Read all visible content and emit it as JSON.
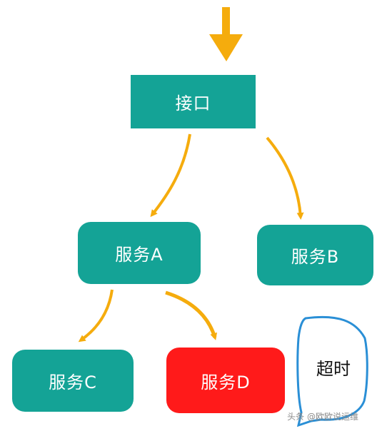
{
  "colors": {
    "node_fill": "#14a396",
    "alert_fill": "#ff1a1a",
    "arrow": "#f5ac0d",
    "bubble_stroke": "#2a8fd6"
  },
  "diagram": {
    "nodes": {
      "interface": "接口",
      "service_a": "服务A",
      "service_b": "服务B",
      "service_c": "服务C",
      "service_d": "服务D"
    },
    "timeout_bubble": "超时",
    "edges": [
      {
        "from": "entry",
        "to": "interface"
      },
      {
        "from": "interface",
        "to": "service_a"
      },
      {
        "from": "interface",
        "to": "service_b"
      },
      {
        "from": "service_a",
        "to": "service_c"
      },
      {
        "from": "service_a",
        "to": "service_d"
      }
    ]
  },
  "watermark": "头条 @欧欧说运维"
}
